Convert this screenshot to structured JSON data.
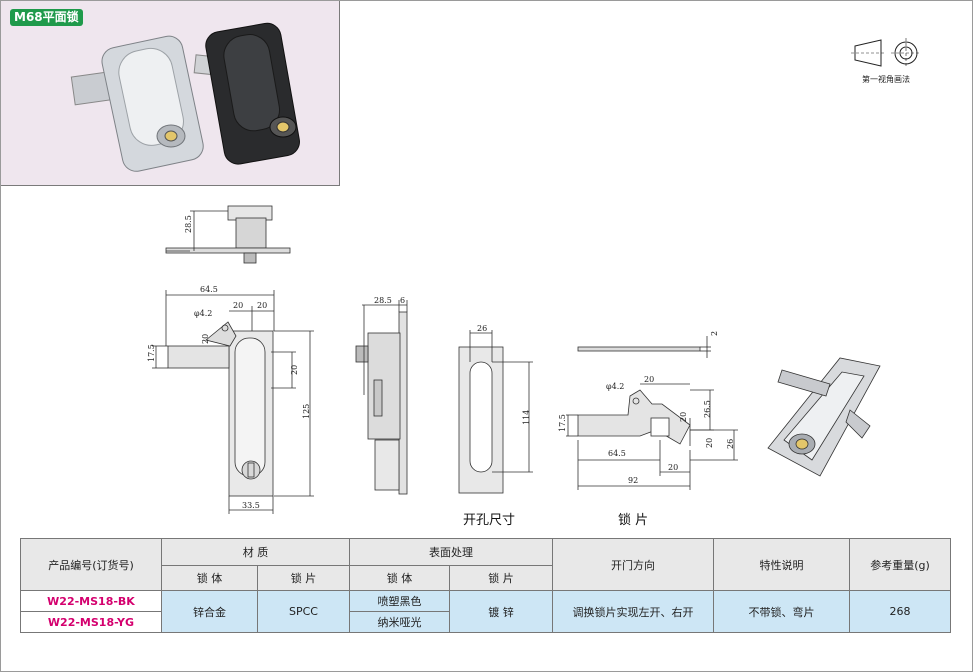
{
  "title": "M68平面锁",
  "projection_label": "第一视角画法",
  "dims": {
    "side_height": "28.5",
    "total_width": "64.5",
    "hole_spacing_a": "20",
    "hole_spacing_b": "20",
    "hole_dia": "φ4.2",
    "rib_a": "20",
    "rib_b": "17.5",
    "body_width": "33.5",
    "body_height": "125",
    "slot_20": "20",
    "mid_top": "28.5",
    "mid_thick": "6",
    "cut_width": "26",
    "cut_height": "114",
    "plate_thick": "2",
    "lp_hole": "φ4.2",
    "lp_20a": "20",
    "lp_265": "26.5",
    "lp_20b": "20",
    "lp_175": "17.5",
    "lp_645": "64.5",
    "lp_20c": "20",
    "lp_20d": "20",
    "lp_26": "26",
    "lp_92": "92"
  },
  "captions": {
    "cutout": "开孔尺寸",
    "plate": "锁 片"
  },
  "table": {
    "col_product": "产品编号(订货号)",
    "col_material": "材 质",
    "col_surface": "表面处理",
    "col_direction": "开门方向",
    "col_feature": "特性说明",
    "col_weight": "参考重量(g)",
    "sub_body": "锁 体",
    "sub_plate": "锁 片",
    "sub_body2": "锁 体",
    "sub_plate2": "锁 片",
    "rows": [
      {
        "model": "W22-MS18-BK",
        "surface_body": "喷塑黑色"
      },
      {
        "model": "W22-MS18-YG",
        "surface_body": "纳米哑光"
      }
    ],
    "material_body": "锌合金",
    "material_plate": "SPCC",
    "surface_plate": "镀 锌",
    "direction": "调换锁片实现左开、右开",
    "feature": "不带锁、弯片",
    "weight": "268"
  },
  "colors": {
    "badge": "#1f9a4b",
    "model_text": "#d4006e",
    "data_row": "#cde6f5",
    "photo_bg": "#efe6ee"
  }
}
